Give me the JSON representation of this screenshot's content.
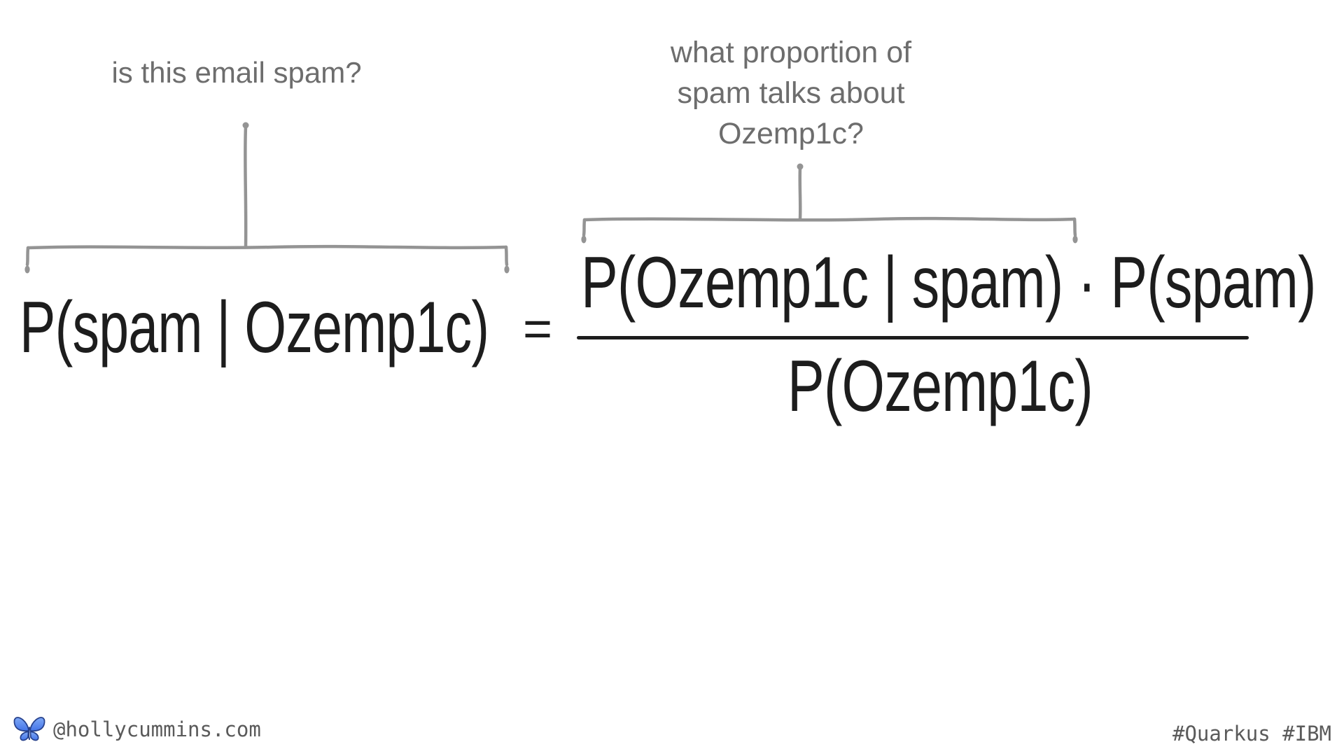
{
  "slide": {
    "annotations": {
      "left": {
        "text": "is this email spam?"
      },
      "right": {
        "lines": [
          "what proportion of",
          "spam talks about",
          "Ozemp1c?"
        ]
      }
    },
    "formula": {
      "lhs": "P(spam | Ozemp1c)",
      "equals": "=",
      "numerator": "P(Ozemp1c | spam) · P(spam)",
      "denominator": "P(Ozemp1c)"
    },
    "footer": {
      "handle": "@hollycummins.com",
      "hashtags": "#Quarkus #IBM",
      "icon": "bluesky-butterfly-icon"
    },
    "colors": {
      "formula_text": "#1d1d1d",
      "annotation_text": "#6d6d6d",
      "brace_stroke": "#949494",
      "footer_text": "#5a5a5a",
      "butterfly_fill": "#5b8cf2",
      "butterfly_outline": "#27418c"
    }
  }
}
